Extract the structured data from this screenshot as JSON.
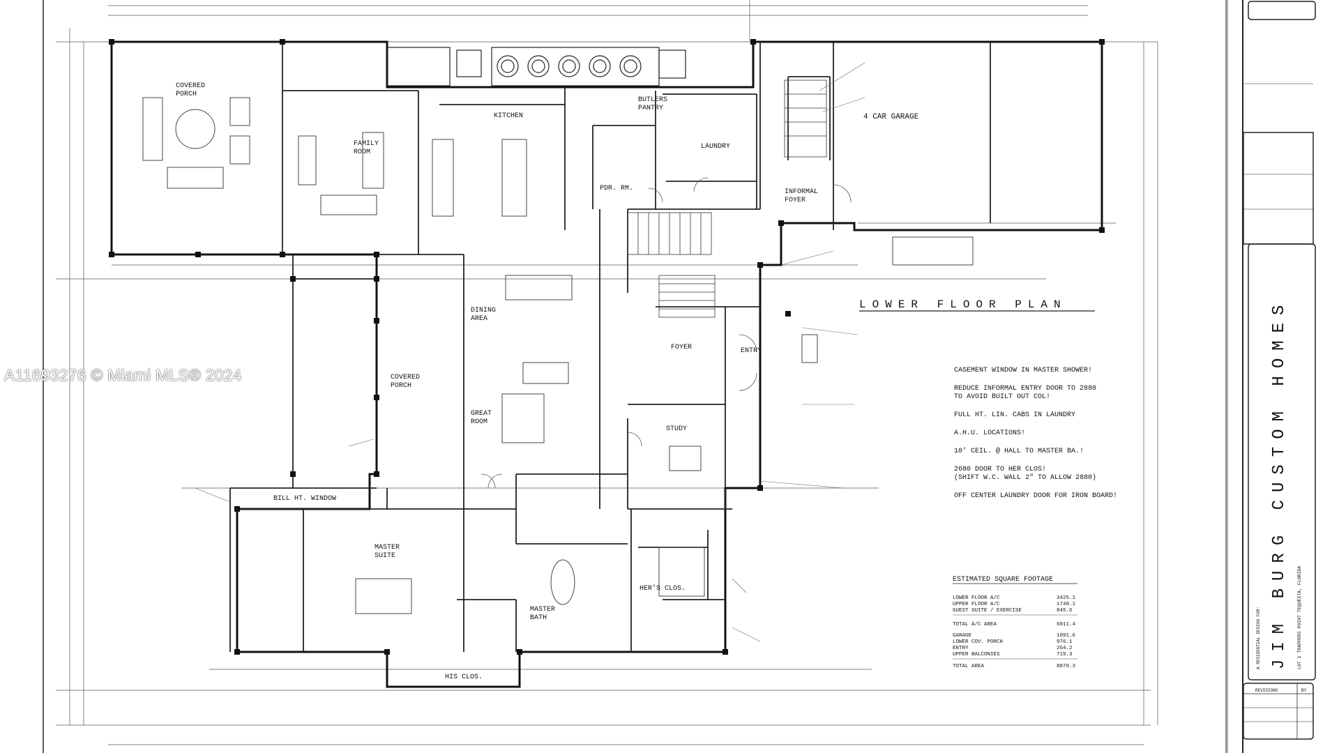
{
  "watermark": "A11693276 © Miami MLS® 2024",
  "sheet_title": "LOWER FLOOR PLAN",
  "brand": "JIM BURG CUSTOM HOMES",
  "brand_caption": "A RESIDENTIAL DESIGN FOR:",
  "lot_line": "LOT 1 TRAPPERS POINT TEQUESTA, FLORIDA",
  "rooms": {
    "covered_porch_top": [
      "COVERED",
      "PORCH"
    ],
    "family_room": [
      "FAMILY",
      "ROOM"
    ],
    "kitchen": [
      "KITCHEN"
    ],
    "butlers_pantry": [
      "BUTLERS",
      "PANTRY"
    ],
    "laundry": [
      "LAUNDRY"
    ],
    "powder_rm": [
      "PDR. RM."
    ],
    "garage": [
      "4 CAR GARAGE"
    ],
    "informal_foyer": [
      "INFORMAL",
      "FOYER"
    ],
    "dining_area": [
      "DINING",
      "AREA"
    ],
    "covered_porch_left": [
      "COVERED",
      "PORCH"
    ],
    "great_room": [
      "GREAT",
      "ROOM"
    ],
    "foyer": [
      "FOYER"
    ],
    "entry": [
      "ENTRY"
    ],
    "study": [
      "STUDY"
    ],
    "master_suite": [
      "MASTER",
      "SUITE"
    ],
    "master_bath": [
      "MASTER",
      "BATH"
    ],
    "hers_clos": [
      "HER'S CLOS."
    ],
    "his_clos": [
      "HIS CLOS."
    ],
    "bill_window": [
      "BILL HT. WINDOW"
    ]
  },
  "notes": [
    "CASEMENT WINDOW IN MASTER SHOWER!",
    "REDUCE INFORMAL ENTRY DOOR TO 2880",
    "TO AVOID BUILT OUT COL!",
    "FULL HT. LIN. CABS IN LAUNDRY",
    "A.H.U. LOCATIONS!",
    "10' CEIL. @ HALL TO MASTER BA.!",
    "2680 DOOR TO HER CLOS!",
    "(SHIFT W.C. WALL 2\" TO ALLOW 2880)",
    "OFF CENTER LAUNDRY DOOR FOR IRON BOARD!"
  ],
  "sqft": {
    "title": "ESTIMATED SQUARE FOOTAGE",
    "rows": [
      {
        "label": "LOWER FLOOR A/C",
        "value": "3425.1"
      },
      {
        "label": "UPPER FLOOR A/C",
        "value": "1740.1"
      },
      {
        "label": "GUEST SUITE / EXERCISE",
        "value": "845.6"
      },
      {
        "label": "TOTAL A/C AREA",
        "value": "6011.4"
      },
      {
        "label": "GARAGE",
        "value": "1091.6"
      },
      {
        "label": "LOWER COV. PORCH",
        "value": "976.1"
      },
      {
        "label": "ENTRY",
        "value": "264.2"
      },
      {
        "label": "UPPER BALCONIES",
        "value": "719.3"
      },
      {
        "label": "TOTAL AREA",
        "value": "8870.3"
      }
    ]
  },
  "title_block": {
    "revisions_label": "REVISIONS",
    "by_label": "BY"
  }
}
